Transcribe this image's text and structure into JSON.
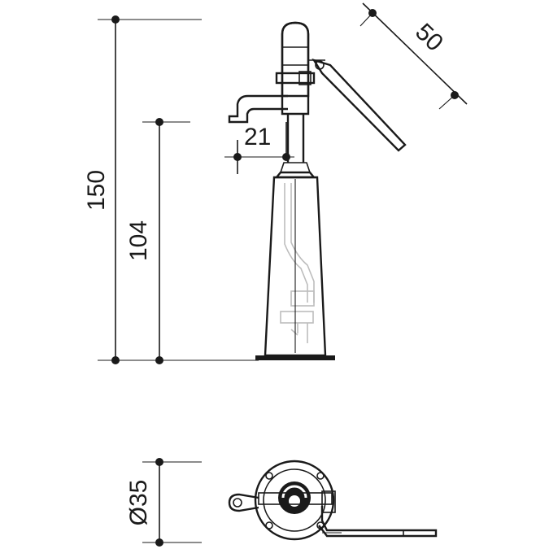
{
  "dimensions": {
    "total_height": "150",
    "base_height": "104",
    "spout_offset": "21",
    "handle_length": "50",
    "base_diameter": "Ø35"
  },
  "colors": {
    "line": "#1a1a1a",
    "hidden_line": "#bdbdbd",
    "background": "#ffffff"
  }
}
